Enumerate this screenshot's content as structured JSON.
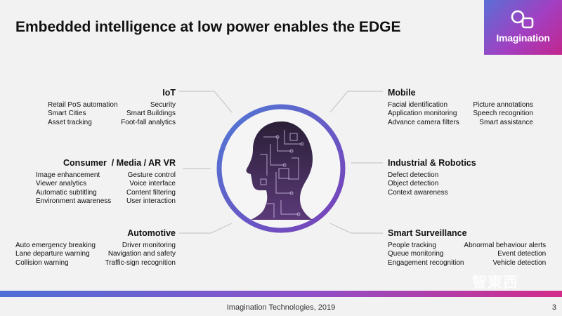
{
  "title": "Embedded intelligence at low power enables the EDGE",
  "logo": {
    "text": "Imagination"
  },
  "segments": {
    "iot": {
      "heading": "IoT",
      "col1": [
        "Retail PoS automation",
        "Smart Cities",
        "Asset tracking"
      ],
      "col2": [
        "Security",
        "Smart Buildings",
        "Foot-fall analytics"
      ]
    },
    "consumer": {
      "heading": "Consumer  / Media / AR VR",
      "col1": [
        "Image enhancement",
        "Viewer analytics",
        "Automatic subtitling",
        "Environment awareness"
      ],
      "col2": [
        "Gesture control",
        "Voice interface",
        "Content filtering",
        "User interaction"
      ]
    },
    "automotive": {
      "heading": "Automotive",
      "col1": [
        "Auto emergency breaking",
        "Lane departure warning",
        "Collision warning"
      ],
      "col2": [
        "Driver monitoring",
        "Navigation and safety",
        "Traffic-sign recognition"
      ]
    },
    "mobile": {
      "heading": "Mobile",
      "col1": [
        "Facial identification",
        "Application monitoring",
        "Advance camera filters"
      ],
      "col2": [
        "Picture annotations",
        "Speech recognition",
        "Smart assistance"
      ]
    },
    "industrial": {
      "heading": "Industrial & Robotics",
      "col1": [
        "Defect detection",
        "Object detection",
        "Context awareness"
      ]
    },
    "surveillance": {
      "heading": "Smart Surveillance",
      "col1": [
        "People tracking",
        "Queue monitoring",
        "Engagement recognition"
      ],
      "col2": [
        "Abnormal behaviour alerts",
        "Event detection",
        "Vehicle detection"
      ]
    }
  },
  "footer": {
    "text": "Imagination Technologies, 2019",
    "page": "3"
  },
  "watermark": "智東西",
  "colors": {
    "ring_start": "#4f79d6",
    "ring_end": "#7a3fb8",
    "brand_pink": "#c2268e",
    "connector": "#c8c8c8"
  }
}
